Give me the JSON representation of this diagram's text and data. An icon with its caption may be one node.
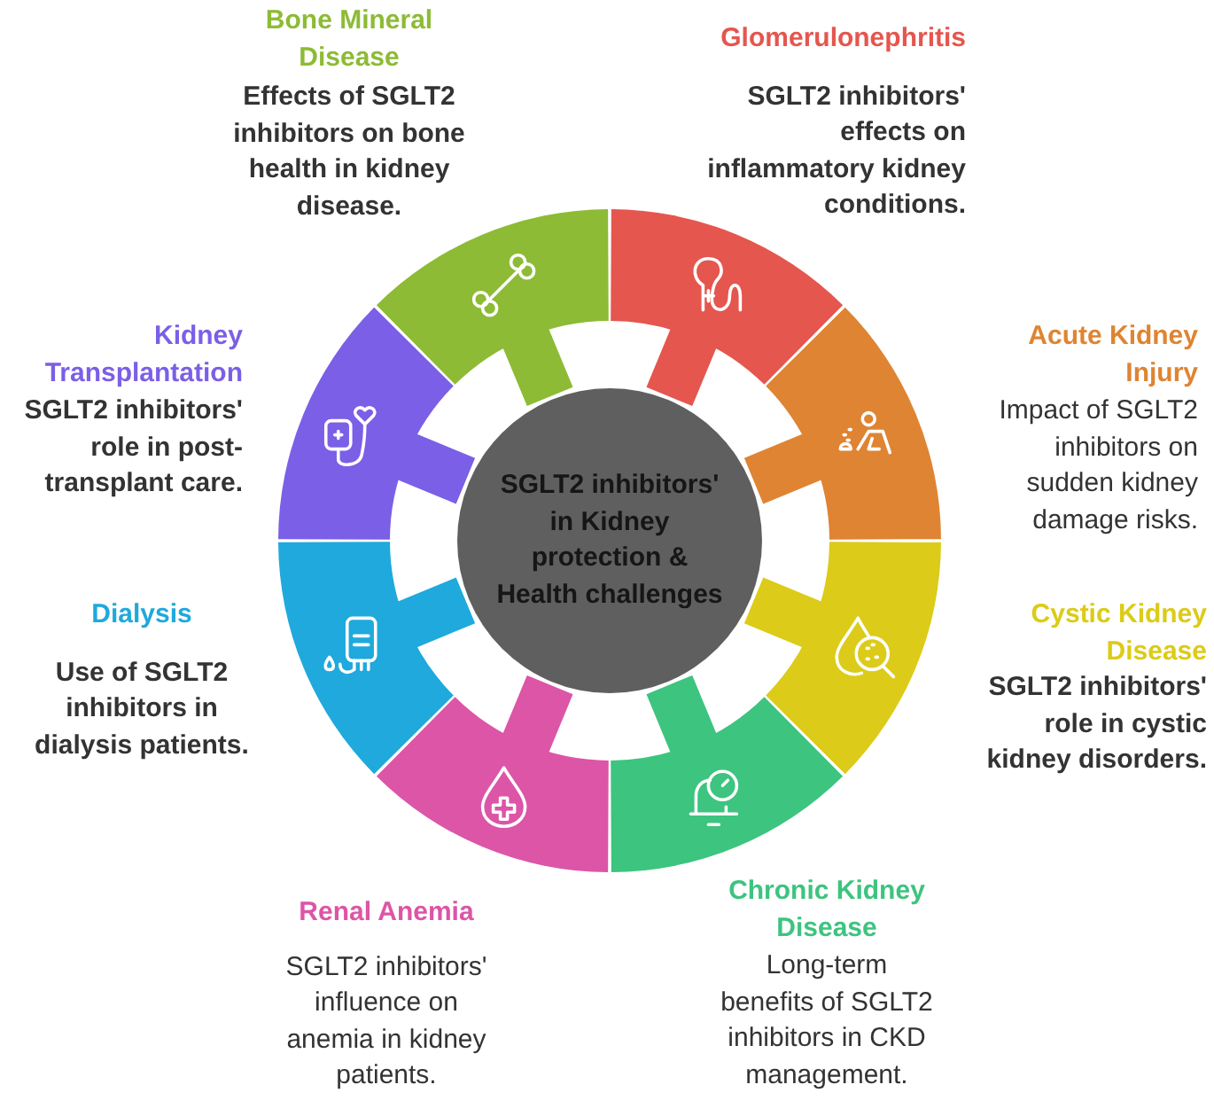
{
  "diagram": {
    "nodes": [
      {
        "text": [
          "Bone Mineral Disease",
          "Effects of SGLT2 inhibitors on bone health in kidney disease."
        ]
      },
      {
        "text": [
          "Glomerulonephritis",
          "SGLT2 inhibitors' effects on inflammatory kidney conditions."
        ]
      },
      {
        "text": [
          "Kidney Transplantation",
          "SGLT2 inhibitors' role in post-transplant care."
        ]
      },
      {
        "text": [
          "Acute Kidney Injury",
          "Impact of SGLT2 inhibitors on sudden kidney damage risks."
        ]
      },
      {
        "text": [
          "SGLT2 inhibitors' in Kidney protection & Health challenges"
        ]
      },
      {
        "text": [
          "Dialysis",
          "Use of SGLT2 inhibitors in dialysis patients."
        ]
      },
      {
        "text": [
          "Cystic Kidney Disease",
          "SGLT2 inhibitors' role in cystic kidney disorders."
        ]
      },
      {
        "text": [
          "Renal Anemia",
          "SGLT2 inhibitors' influence on anemia in kidney patients."
        ]
      },
      {
        "text": [
          "Chronic Kidney Disease",
          "Long-term benefits of SGLT2 inhibitors in CKD management."
        ]
      }
    ]
  }
}
